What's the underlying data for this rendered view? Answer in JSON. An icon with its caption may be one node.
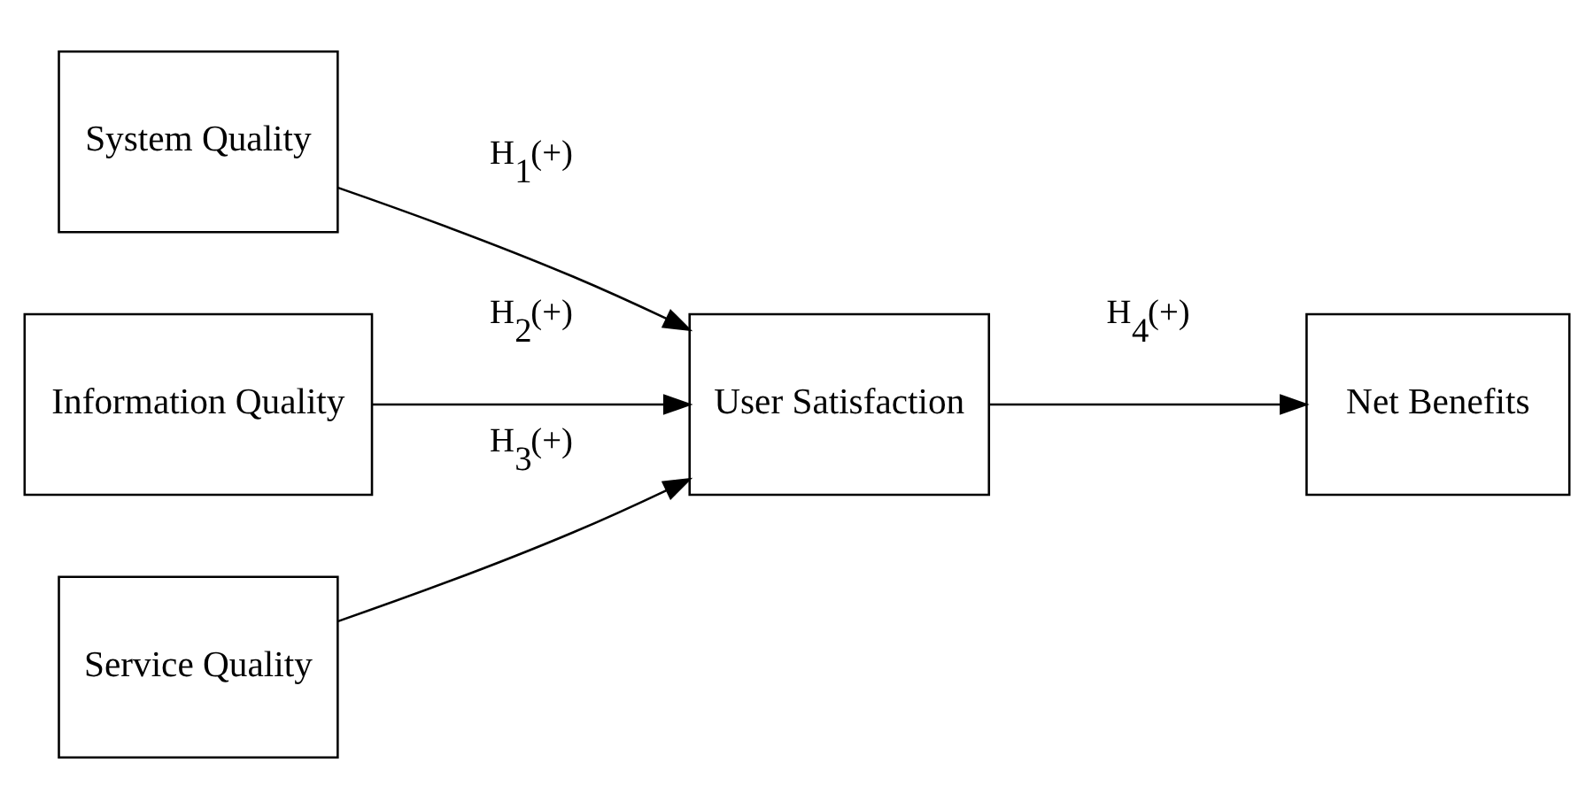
{
  "diagram": {
    "nodes": [
      {
        "text": [
          "System Quality"
        ]
      },
      {
        "text": [
          "Information Quality"
        ]
      },
      {
        "text": [
          "Service Quality"
        ]
      },
      {
        "text": [
          "User Satisfaction"
        ]
      },
      {
        "text": [
          "Net Benefits"
        ]
      }
    ],
    "edges": [
      {
        "from": 0,
        "to": 3,
        "arrow": "to",
        "label": "H$_{1}$(+)"
      },
      {
        "from": 1,
        "to": 3,
        "arrow": "to",
        "label": "H$_{2}$(+)"
      },
      {
        "from": 2,
        "to": 3,
        "arrow": "to",
        "label": "H$_{3}$(+)"
      },
      {
        "from": 3,
        "to": 4,
        "arrow": "to",
        "label": "H$_{4}$(+)"
      }
    ]
  }
}
